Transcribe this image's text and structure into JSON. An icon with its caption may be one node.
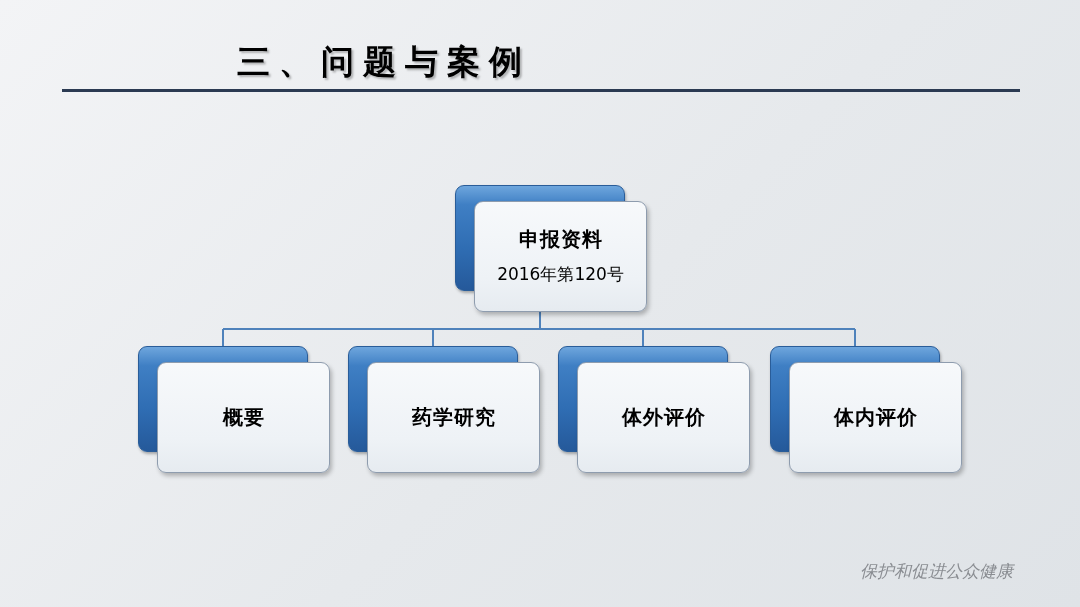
{
  "diagram": {
    "title": "三、问题与案例",
    "nodes": [
      {
        "text": [
          "申报资料",
          "2016年第120号"
        ]
      },
      {
        "text": [
          "概要"
        ]
      },
      {
        "text": [
          "药学研究"
        ]
      },
      {
        "text": [
          "体外评价"
        ]
      },
      {
        "text": [
          "体内评价"
        ]
      }
    ],
    "edges": [
      {
        "from": 0,
        "to": 1,
        "arrow": "none"
      },
      {
        "from": 0,
        "to": 2,
        "arrow": "none"
      },
      {
        "from": 0,
        "to": 3,
        "arrow": "none"
      },
      {
        "from": 0,
        "to": 4,
        "arrow": "none"
      }
    ],
    "labels": [
      "保护和促进公众健康"
    ]
  }
}
